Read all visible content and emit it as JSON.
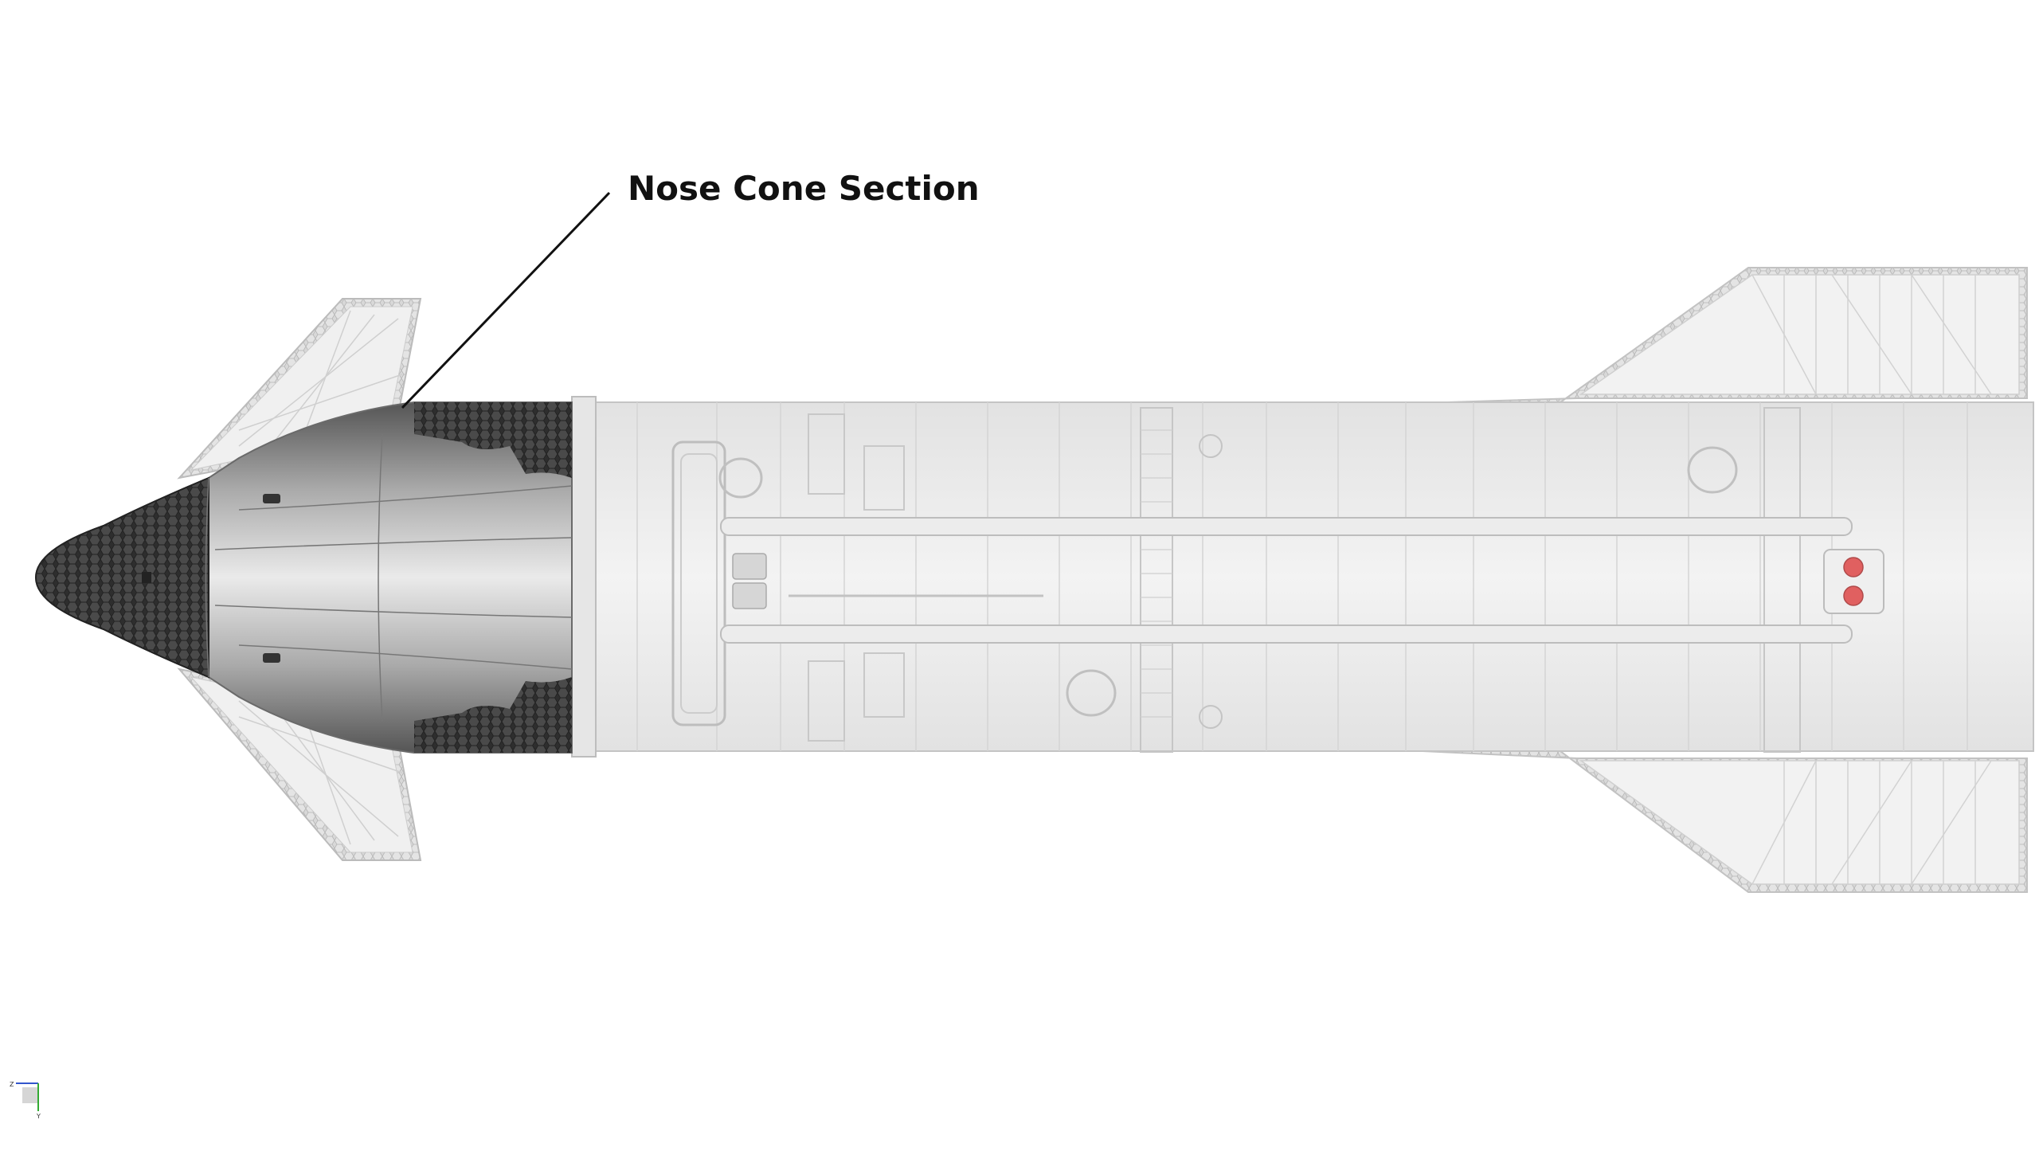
{
  "callout": {
    "label": "Nose Cone Section"
  },
  "axis_triad": {
    "labels": [
      "Z",
      "Y"
    ]
  },
  "colors": {
    "background": "#ffffff",
    "hull_light": "#e9e9e9",
    "hull_outline": "#c4c4c4",
    "nose_tiles": "#3a3a3a",
    "nose_metal": "#9a9a9a",
    "vent_red": "#e06060",
    "callout_line": "#111111"
  }
}
